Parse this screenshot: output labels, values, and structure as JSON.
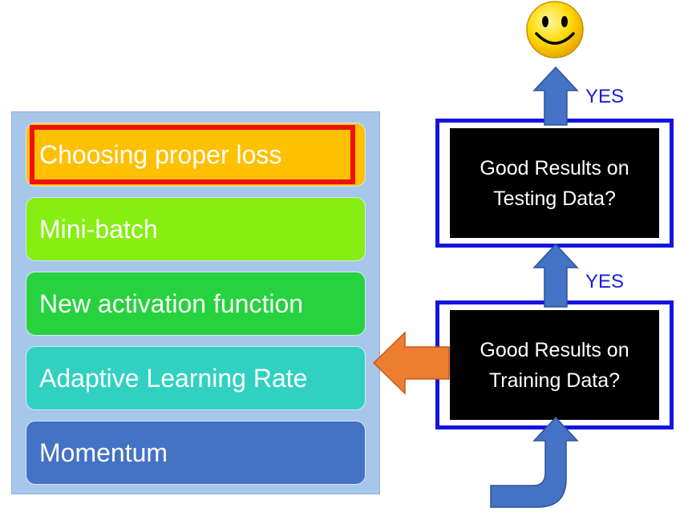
{
  "methods": {
    "items": [
      {
        "label": "Choosing proper loss",
        "color": "#ffc000",
        "highlighted": true
      },
      {
        "label": "Mini-batch",
        "color": "#86ee12"
      },
      {
        "label": "New activation function",
        "color": "#26d33e"
      },
      {
        "label": "Adaptive Learning Rate",
        "color": "#31d1c2"
      },
      {
        "label": "Momentum",
        "color": "#4472c4"
      }
    ],
    "highlight_color": "#ee1111",
    "panel_color": "#a6c6ea"
  },
  "decisions": {
    "testing": {
      "line1": "Good Results on",
      "line2": "Testing Data?"
    },
    "training": {
      "line1": "Good Results on",
      "line2": "Training Data?"
    },
    "border_color": "#1414e0"
  },
  "arrows": {
    "yes_top": "YES",
    "yes_mid": "YES",
    "up_arrow_color": "#4472c4",
    "left_arrow_color": "#ed7d31"
  },
  "outcome": {
    "icon": "smiley-face-icon"
  }
}
